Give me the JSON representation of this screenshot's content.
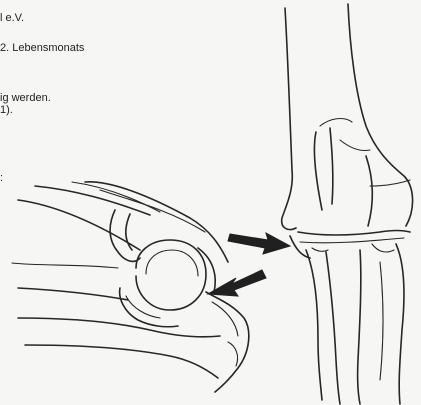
{
  "text_fragments": [
    "l e.V.",
    "2. Lebensmonats",
    "ig werden.",
    "1).",
    ":"
  ],
  "colors": {
    "background": "#f6f6f4",
    "ink": "#262626"
  },
  "figure": {
    "left_view": "elbow-joint-lateral-sketch",
    "right_view": "elbow-joint-frontal-sketch",
    "arrows": 2
  }
}
